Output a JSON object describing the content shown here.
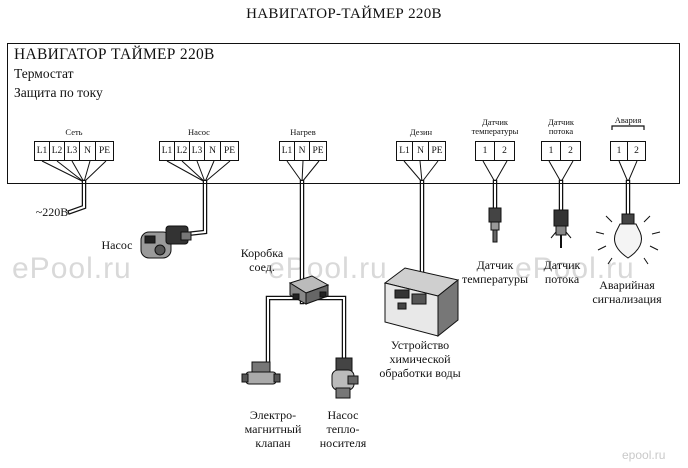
{
  "title": "НАВИГАТОР-ТАЙМЕР  220В",
  "panel": {
    "title": "НАВИГАТОР  ТАЙМЕР 220В",
    "lines": [
      "Термостат",
      "Защита по току"
    ]
  },
  "terminals": [
    {
      "label": "Сеть",
      "cells": [
        "L1",
        "L2",
        "L3",
        "N",
        "PE"
      ]
    },
    {
      "label": "Насос",
      "cells": [
        "L1",
        "L2",
        "L3",
        "N",
        "PE"
      ]
    },
    {
      "label": "Нагрев",
      "cells": [
        "L1",
        "N",
        "PE"
      ]
    },
    {
      "label": "Дезин",
      "cells": [
        "L1",
        "N",
        "PE"
      ]
    },
    {
      "label": "Датчик температуры",
      "cells": [
        "1",
        "2"
      ]
    },
    {
      "label": "Датчик потока",
      "cells": [
        "1",
        "2"
      ]
    },
    {
      "label": "Авария",
      "cells": [
        "1",
        "2"
      ]
    }
  ],
  "devices": {
    "mains": "~220В",
    "pump": "Насос",
    "junction_box": [
      "Коробка",
      "соед."
    ],
    "chem_unit": [
      "Устройство",
      "химической",
      "обработки воды"
    ],
    "temp_sensor": [
      "Датчик",
      "температуры"
    ],
    "flow_sensor": [
      "Датчик",
      "потока"
    ],
    "alarm": [
      "Аварийная",
      "сигнализация"
    ],
    "valve": [
      "Электро-",
      "магнитный",
      "клапан"
    ],
    "heat_pump": [
      "Насос",
      "тепло-",
      "носителя"
    ]
  },
  "watermarks": [
    "ePool.ru",
    "ePool.ru",
    "ePool.ru"
  ],
  "corner_mark": "epool.ru"
}
